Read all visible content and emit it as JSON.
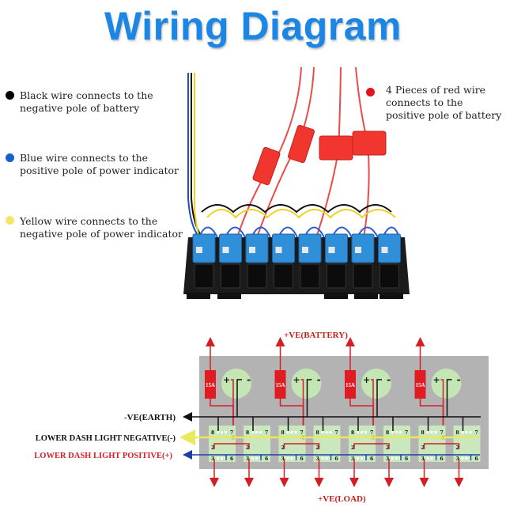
{
  "title": "Wiring Diagram",
  "legend": [
    {
      "color_name": "black",
      "color": "#000000",
      "line1": "Black wire connects to the",
      "line2": "negative pole of battery"
    },
    {
      "color_name": "blue",
      "color": "#1a5fd0",
      "line1": "Blue wire connects to the",
      "line2": "positive pole of power indicator"
    },
    {
      "color_name": "yellow",
      "color": "#f5e663",
      "line1": "Yellow wire connects to the",
      "line2": "negative pole of power indicator"
    },
    {
      "color_name": "red",
      "color": "#e3141c",
      "line1": "4 Pieces of red wire",
      "line2": "connects to the",
      "line3": "positive pole of battery"
    }
  ],
  "photo": {
    "description": "8-gang rocker switch panel with blue switches, black/blue/yellow wires and 4 red fused wires",
    "switch_count": 8,
    "fuse_holder_count": 4
  },
  "schematic": {
    "top_label": "+VE(BATTERY)",
    "bottom_label": "+VE(LOAD)",
    "earth_label": "-VE(EARTH)",
    "dash_neg_label": "LOWER DASH LIGHT NEGATIVE(-)",
    "dash_pos_label": "LOWER DASH LIGHT POSITIVE(+)",
    "fuse_label": "15A",
    "plus_sign": "+",
    "minus_sign": "-",
    "group_count": 4,
    "switch_pin_labels": {
      "top_left": "8",
      "top_right": "7",
      "mid": "2",
      "bot_left": "3",
      "bot_right": "6"
    },
    "colors": {
      "earth": "#111111",
      "battery": "#d21f26",
      "dash_neg": "#e8ea5a",
      "dash_pos": "#1c3ea8",
      "panel": "#b3b3b3",
      "switch": "#c9e8bd",
      "fuse": "#e01b22"
    }
  }
}
